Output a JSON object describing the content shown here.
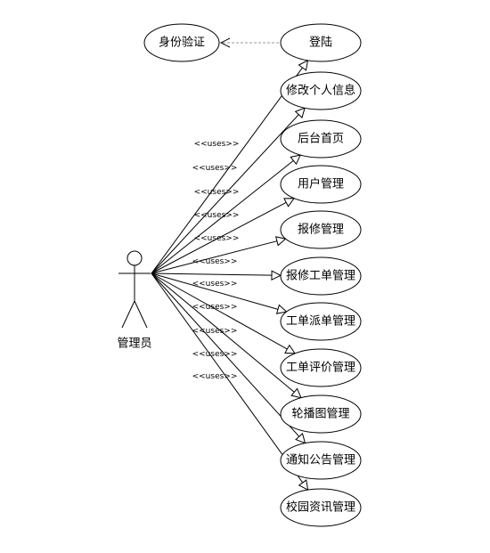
{
  "actor": {
    "name": "管理员"
  },
  "stereotype": "<<uses>>",
  "include_case": {
    "label": "身份验证"
  },
  "use_cases": [
    {
      "label": "登陆"
    },
    {
      "label": "修改个人信息"
    },
    {
      "label": "后台首页"
    },
    {
      "label": "用户管理"
    },
    {
      "label": "报修管理"
    },
    {
      "label": "报修工单管理"
    },
    {
      "label": "工单派单管理"
    },
    {
      "label": "工单评价管理"
    },
    {
      "label": "轮播图管理"
    },
    {
      "label": "通知公告管理"
    },
    {
      "label": "校园资讯管理"
    }
  ]
}
